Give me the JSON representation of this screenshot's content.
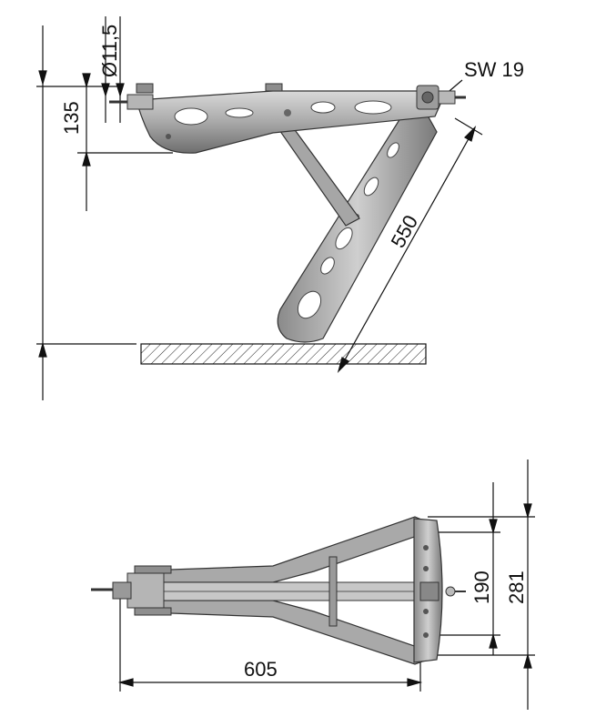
{
  "side_view": {
    "dimensions": {
      "diameter": "Ø11,5",
      "height": "135",
      "wrench": "SW 19",
      "length": "550"
    }
  },
  "top_view": {
    "dimensions": {
      "length": "605",
      "inner_width": "190",
      "outer_width": "281"
    }
  },
  "colors": {
    "line": "#111111",
    "metal_light": "#c9c9c9",
    "metal_dark": "#7a7a7a",
    "metal_mid": "#a8a8a8"
  }
}
